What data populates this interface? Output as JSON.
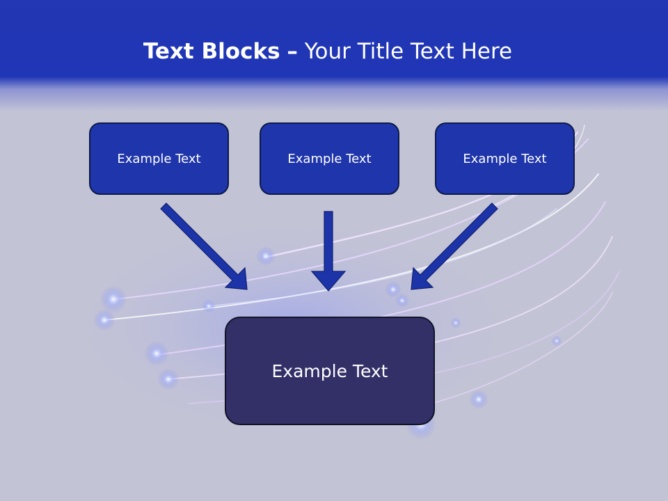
{
  "slide": {
    "title_bold": "Text Blocks",
    "title_dash": "–",
    "title_rest": "Your Title Text Here"
  },
  "blocks": {
    "top": [
      "Example Text",
      "Example Text",
      "Example Text"
    ],
    "bottom": "Example Text"
  },
  "colors": {
    "header_blue": "#1f36b6",
    "block_blue": "#1f35ac",
    "block_border": "#0d1a47",
    "center_block": "#333068",
    "arrow": "#1c34a8",
    "background": "#c3c3d6"
  }
}
